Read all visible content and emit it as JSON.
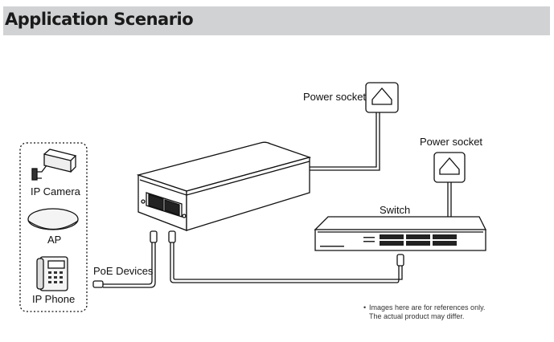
{
  "header": {
    "title": "Application Scenario"
  },
  "diagram": {
    "devices": [
      {
        "label": "IP Camera",
        "icon": "ip-camera-icon"
      },
      {
        "label": "AP",
        "icon": "access-point-icon"
      },
      {
        "label": "IP Phone",
        "icon": "ip-phone-icon"
      }
    ],
    "poe_devices_label": "PoE Devices",
    "power_socket_1": "Power socket",
    "power_socket_2": "Power socket",
    "switch_label": "Switch",
    "note_line1": "Images here are for references only.",
    "note_line2": "The actual product may differ."
  }
}
